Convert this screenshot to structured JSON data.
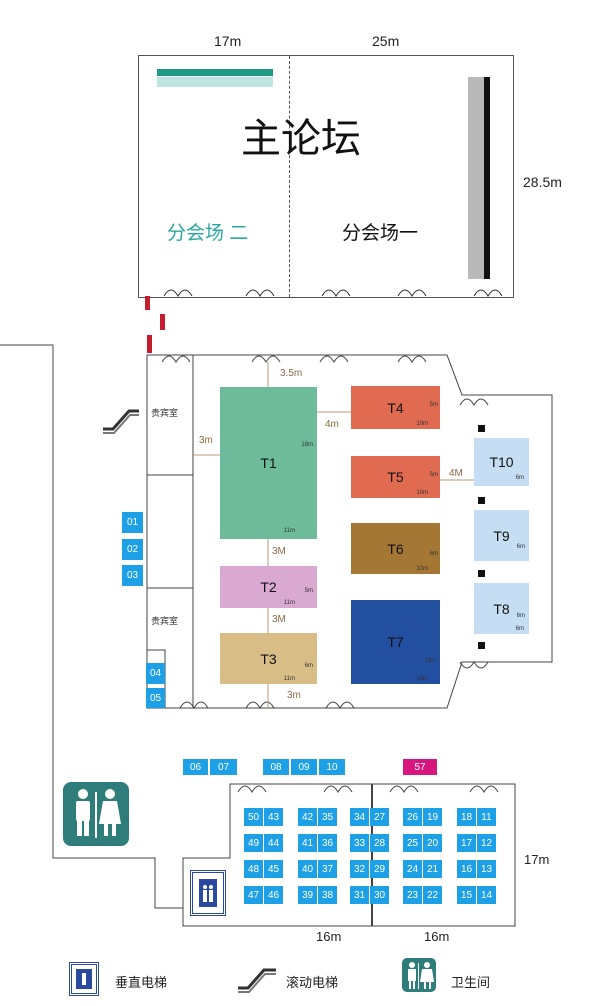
{
  "forum": {
    "title": "主论坛",
    "width_left": "17m",
    "width_right": "25m",
    "depth": "28.5m",
    "hall_two": "分会场 二",
    "hall_one": "分会场一",
    "hall_two_color": "#2aa7a0"
  },
  "vip_rooms": [
    "贵宾室",
    "贵宾室"
  ],
  "gaps": {
    "top": "3.5m",
    "left": "3m",
    "t1_t4": "4m",
    "t1_t2": "3M",
    "t2_t3": "3M",
    "bottom": "3m",
    "t5_t10": "4M"
  },
  "booths": [
    {
      "id": "T1",
      "w": "11m",
      "h": "18m",
      "color": "#6dbb9b"
    },
    {
      "id": "T2",
      "w": "11m",
      "h": "5m",
      "color": "#d9a9d1"
    },
    {
      "id": "T3",
      "w": "11m",
      "h": "6m",
      "color": "#d8bd86"
    },
    {
      "id": "T4",
      "w": "10m",
      "h": "5m",
      "color": "#e06b50"
    },
    {
      "id": "T5",
      "w": "10m",
      "h": "5m",
      "color": "#e06b50"
    },
    {
      "id": "T6",
      "w": "10m",
      "h": "6m",
      "color": "#a47734"
    },
    {
      "id": "T7",
      "w": "10m",
      "h": "11m",
      "color": "#234fa0"
    },
    {
      "id": "T8",
      "w": "6m",
      "h": "6m",
      "color": "#c5def3"
    },
    {
      "id": "T9",
      "w": "6m",
      "h": "6m",
      "color": "#c5def3"
    },
    {
      "id": "T10",
      "w": "6m",
      "h": "6m",
      "color": "#c5def3"
    }
  ],
  "side_stalls": [
    "01",
    "02",
    "03",
    "04",
    "05"
  ],
  "top_stalls": [
    "06",
    "07",
    "08",
    "09",
    "10"
  ],
  "stall_57": "57",
  "stall_cols": [
    {
      "left": [
        "50",
        "49",
        "48",
        "47"
      ],
      "right": [
        "43",
        "44",
        "45",
        "46"
      ]
    },
    {
      "left": [
        "42",
        "41",
        "40",
        "39"
      ],
      "right": [
        "35",
        "36",
        "37",
        "38"
      ]
    },
    {
      "left": [
        "34",
        "33",
        "32",
        "31"
      ],
      "right": [
        "27",
        "28",
        "29",
        "30"
      ]
    },
    {
      "left": [
        "26",
        "25",
        "24",
        "23"
      ],
      "right": [
        "19",
        "20",
        "21",
        "22"
      ]
    },
    {
      "left": [
        "18",
        "17",
        "16",
        "15"
      ],
      "right": [
        "11",
        "12",
        "13",
        "14"
      ]
    }
  ],
  "stall_hall": {
    "width_left": "16m",
    "width_right": "16m",
    "depth": "17m"
  },
  "legend": {
    "elevator": "垂直电梯",
    "escalator": "滚动电梯",
    "restroom": "卫生间"
  },
  "colors": {
    "stall_blue": "#1ea0e6",
    "stall_57": "#d6157f",
    "restroom_teal": "#2e7d7b"
  }
}
